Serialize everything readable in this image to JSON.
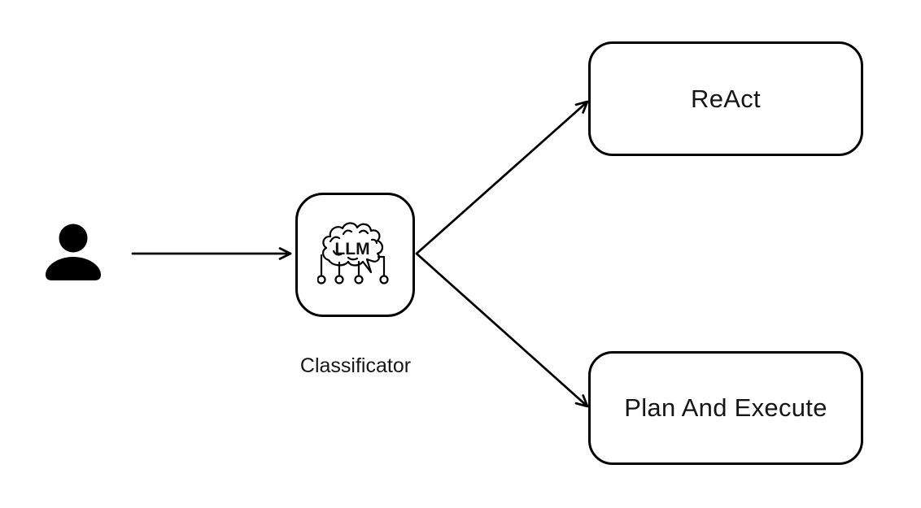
{
  "colors": {
    "background": "#ffffff",
    "stroke": "#000000",
    "text": "#161616",
    "node_fill": "#ffffff"
  },
  "nodes": {
    "user": {
      "icon": "user-icon"
    },
    "classificator": {
      "label": "Classificator",
      "icon": "llm-brain-icon",
      "icon_text": "LLM"
    },
    "react": {
      "label": "ReAct"
    },
    "plan_and_execute": {
      "label": "Plan And Execute"
    }
  },
  "edges": [
    {
      "from": "user",
      "to": "classificator"
    },
    {
      "from": "classificator",
      "to": "react"
    },
    {
      "from": "classificator",
      "to": "plan_and_execute"
    }
  ]
}
